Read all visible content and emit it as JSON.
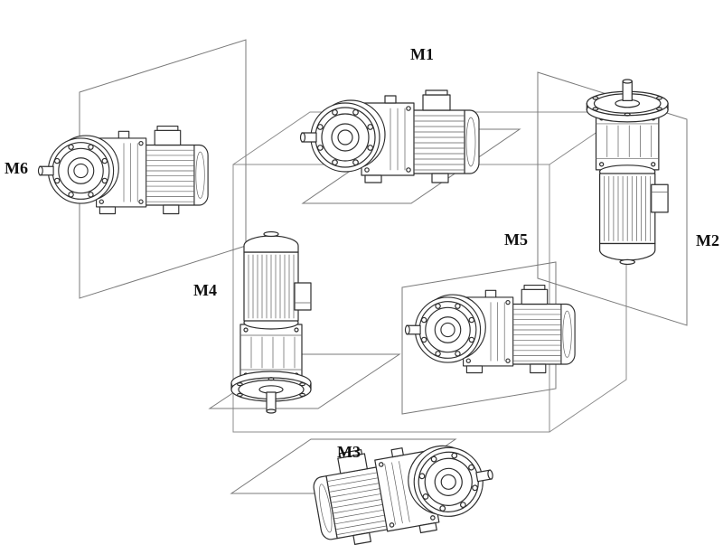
{
  "figure": {
    "positions": [
      {
        "id": "m1",
        "label": "M1"
      },
      {
        "id": "m2",
        "label": "M2"
      },
      {
        "id": "m3",
        "label": "M3"
      },
      {
        "id": "m4",
        "label": "M4"
      },
      {
        "id": "m5",
        "label": "M5"
      },
      {
        "id": "m6",
        "label": "M6"
      }
    ]
  },
  "colors": {
    "background": "#ffffff",
    "drawing_line": "#2e2e2e",
    "construction_line": "#8c8c8c",
    "label_text": "#101010"
  }
}
